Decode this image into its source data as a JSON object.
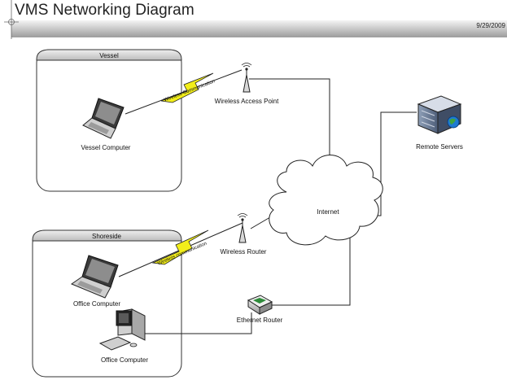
{
  "header": {
    "title": "VMS Networking Diagram",
    "date": "9/29/2009"
  },
  "containers": {
    "vessel": "Vessel",
    "shoreside": "Shoreside"
  },
  "nodes": {
    "vessel_computer": "Vessel Computer",
    "wireless_access_point": "Wireless Access Point",
    "remote_servers": "Remote Servers",
    "internet": "Internet",
    "office_computer_laptop": "Office Computer",
    "wireless_router": "Wireless Router",
    "ethernet_router": "Ethernet Router",
    "office_computer_desktop": "Office Computer"
  },
  "links": {
    "vessel_wireless": "Wireless Communication",
    "shore_wireless": "Wireless communication"
  },
  "colors": {
    "lightning_fill": "#f2ee1a",
    "header_dark": "#9c9c9c",
    "container_header": "#c8c8c8"
  }
}
